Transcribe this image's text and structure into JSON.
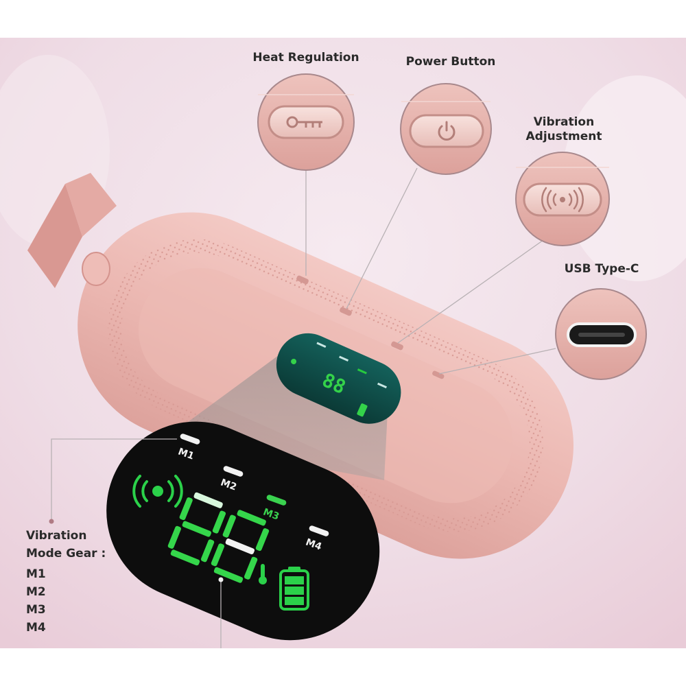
{
  "labels": {
    "heat_regulation": "Heat Regulation",
    "power_button": "Power Button",
    "vibration_adjustment_line1": "Vibration",
    "vibration_adjustment_line2": "Adjustment",
    "usb_type_c": "USB Type-C"
  },
  "vibration_mode": {
    "title_line1": "Vibration",
    "title_line2": "Mode Gear :",
    "gears": [
      "M1",
      "M2",
      "M3",
      "M4"
    ]
  },
  "display": {
    "mode_labels": [
      "M1",
      "M2",
      "M3",
      "M4"
    ],
    "active_mode": "M3"
  },
  "colors": {
    "device_pink": "#eab3ae",
    "display_green": "#27c93f",
    "display_black": "#0d0d0d",
    "small_display_teal": "#0f4a45",
    "label_text": "#2a2a2a"
  },
  "icons": {
    "heat": "key-icon",
    "power": "power-icon",
    "vibration": "vibration-icon",
    "usb": "usb-c-port-icon",
    "thermometer": "thermometer-icon",
    "battery": "battery-icon"
  }
}
